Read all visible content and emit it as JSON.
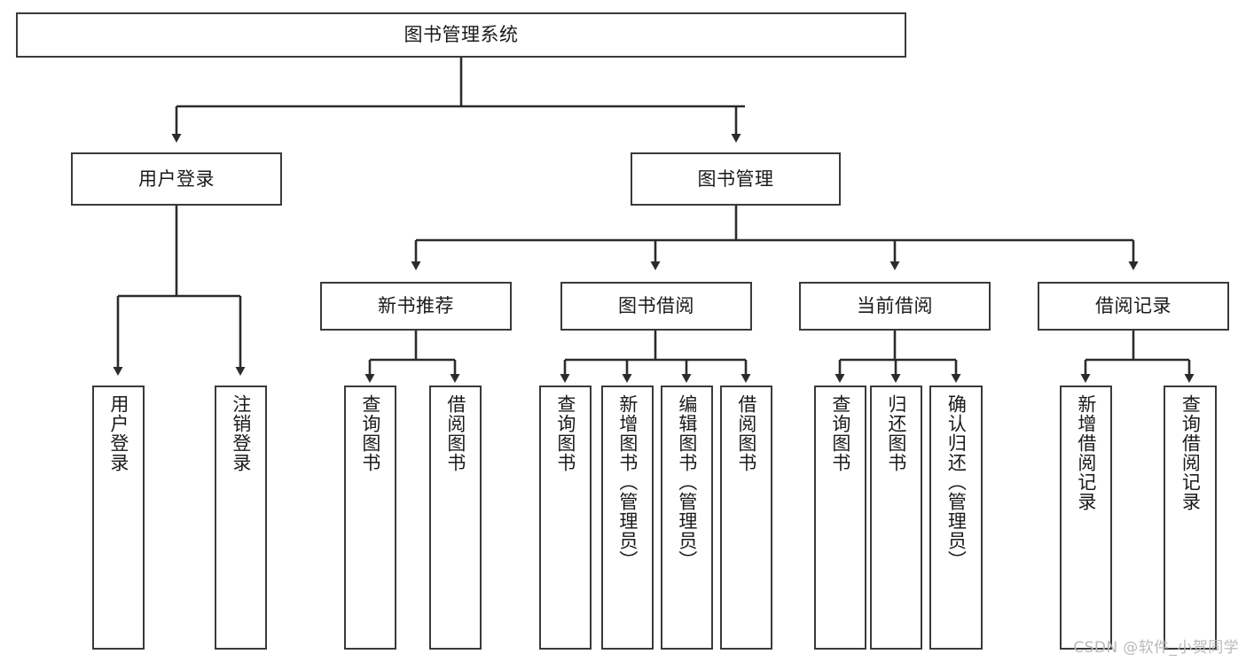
{
  "diagram": {
    "type": "tree-hierarchy-flowchart",
    "title_node": {
      "label": "图书管理系统",
      "name": "node-root-library-management-system"
    },
    "level2": [
      {
        "label": "用户登录",
        "name": "node-user-login"
      },
      {
        "label": "图书管理",
        "name": "node-book-management"
      }
    ],
    "level3": [
      {
        "label": "新书推荐",
        "name": "node-new-book-recommendation"
      },
      {
        "label": "图书借阅",
        "name": "node-book-borrowing"
      },
      {
        "label": "当前借阅",
        "name": "node-current-borrowing"
      },
      {
        "label": "借阅记录",
        "name": "node-borrow-records"
      }
    ],
    "leaves": {
      "user_login": [
        {
          "label": "用户登录",
          "name": "leaf-user-login"
        },
        {
          "label": "注销登录",
          "name": "leaf-logout"
        }
      ],
      "new_book_recommendation": [
        {
          "label": "查询图书",
          "name": "leaf-query-books-recommend"
        },
        {
          "label": "借阅图书",
          "name": "leaf-borrow-books-recommend"
        }
      ],
      "book_borrowing": [
        {
          "label": "查询图书",
          "name": "leaf-query-books-borrowing"
        },
        {
          "label": "新增图书（管理员）",
          "name": "leaf-add-book-admin"
        },
        {
          "label": "编辑图书（管理员）",
          "name": "leaf-edit-book-admin"
        },
        {
          "label": "借阅图书",
          "name": "leaf-borrow-books-borrowing"
        }
      ],
      "current_borrowing": [
        {
          "label": "查询图书",
          "name": "leaf-query-books-current"
        },
        {
          "label": "归还图书",
          "name": "leaf-return-books"
        },
        {
          "label": "确认归还（管理员）",
          "name": "leaf-confirm-return-admin"
        }
      ],
      "borrow_records": [
        {
          "label": "新增借阅记录",
          "name": "leaf-add-borrow-record"
        },
        {
          "label": "查询借阅记录",
          "name": "leaf-query-borrow-record"
        }
      ]
    }
  },
  "watermark": {
    "text": "CSDN @软件_小贺同学"
  },
  "colors": {
    "stroke": "#3a3a3a",
    "box_fill": "#ffffff",
    "text": "#1a1a1a",
    "watermark": "#b9b9b9",
    "background": "#ffffff"
  }
}
